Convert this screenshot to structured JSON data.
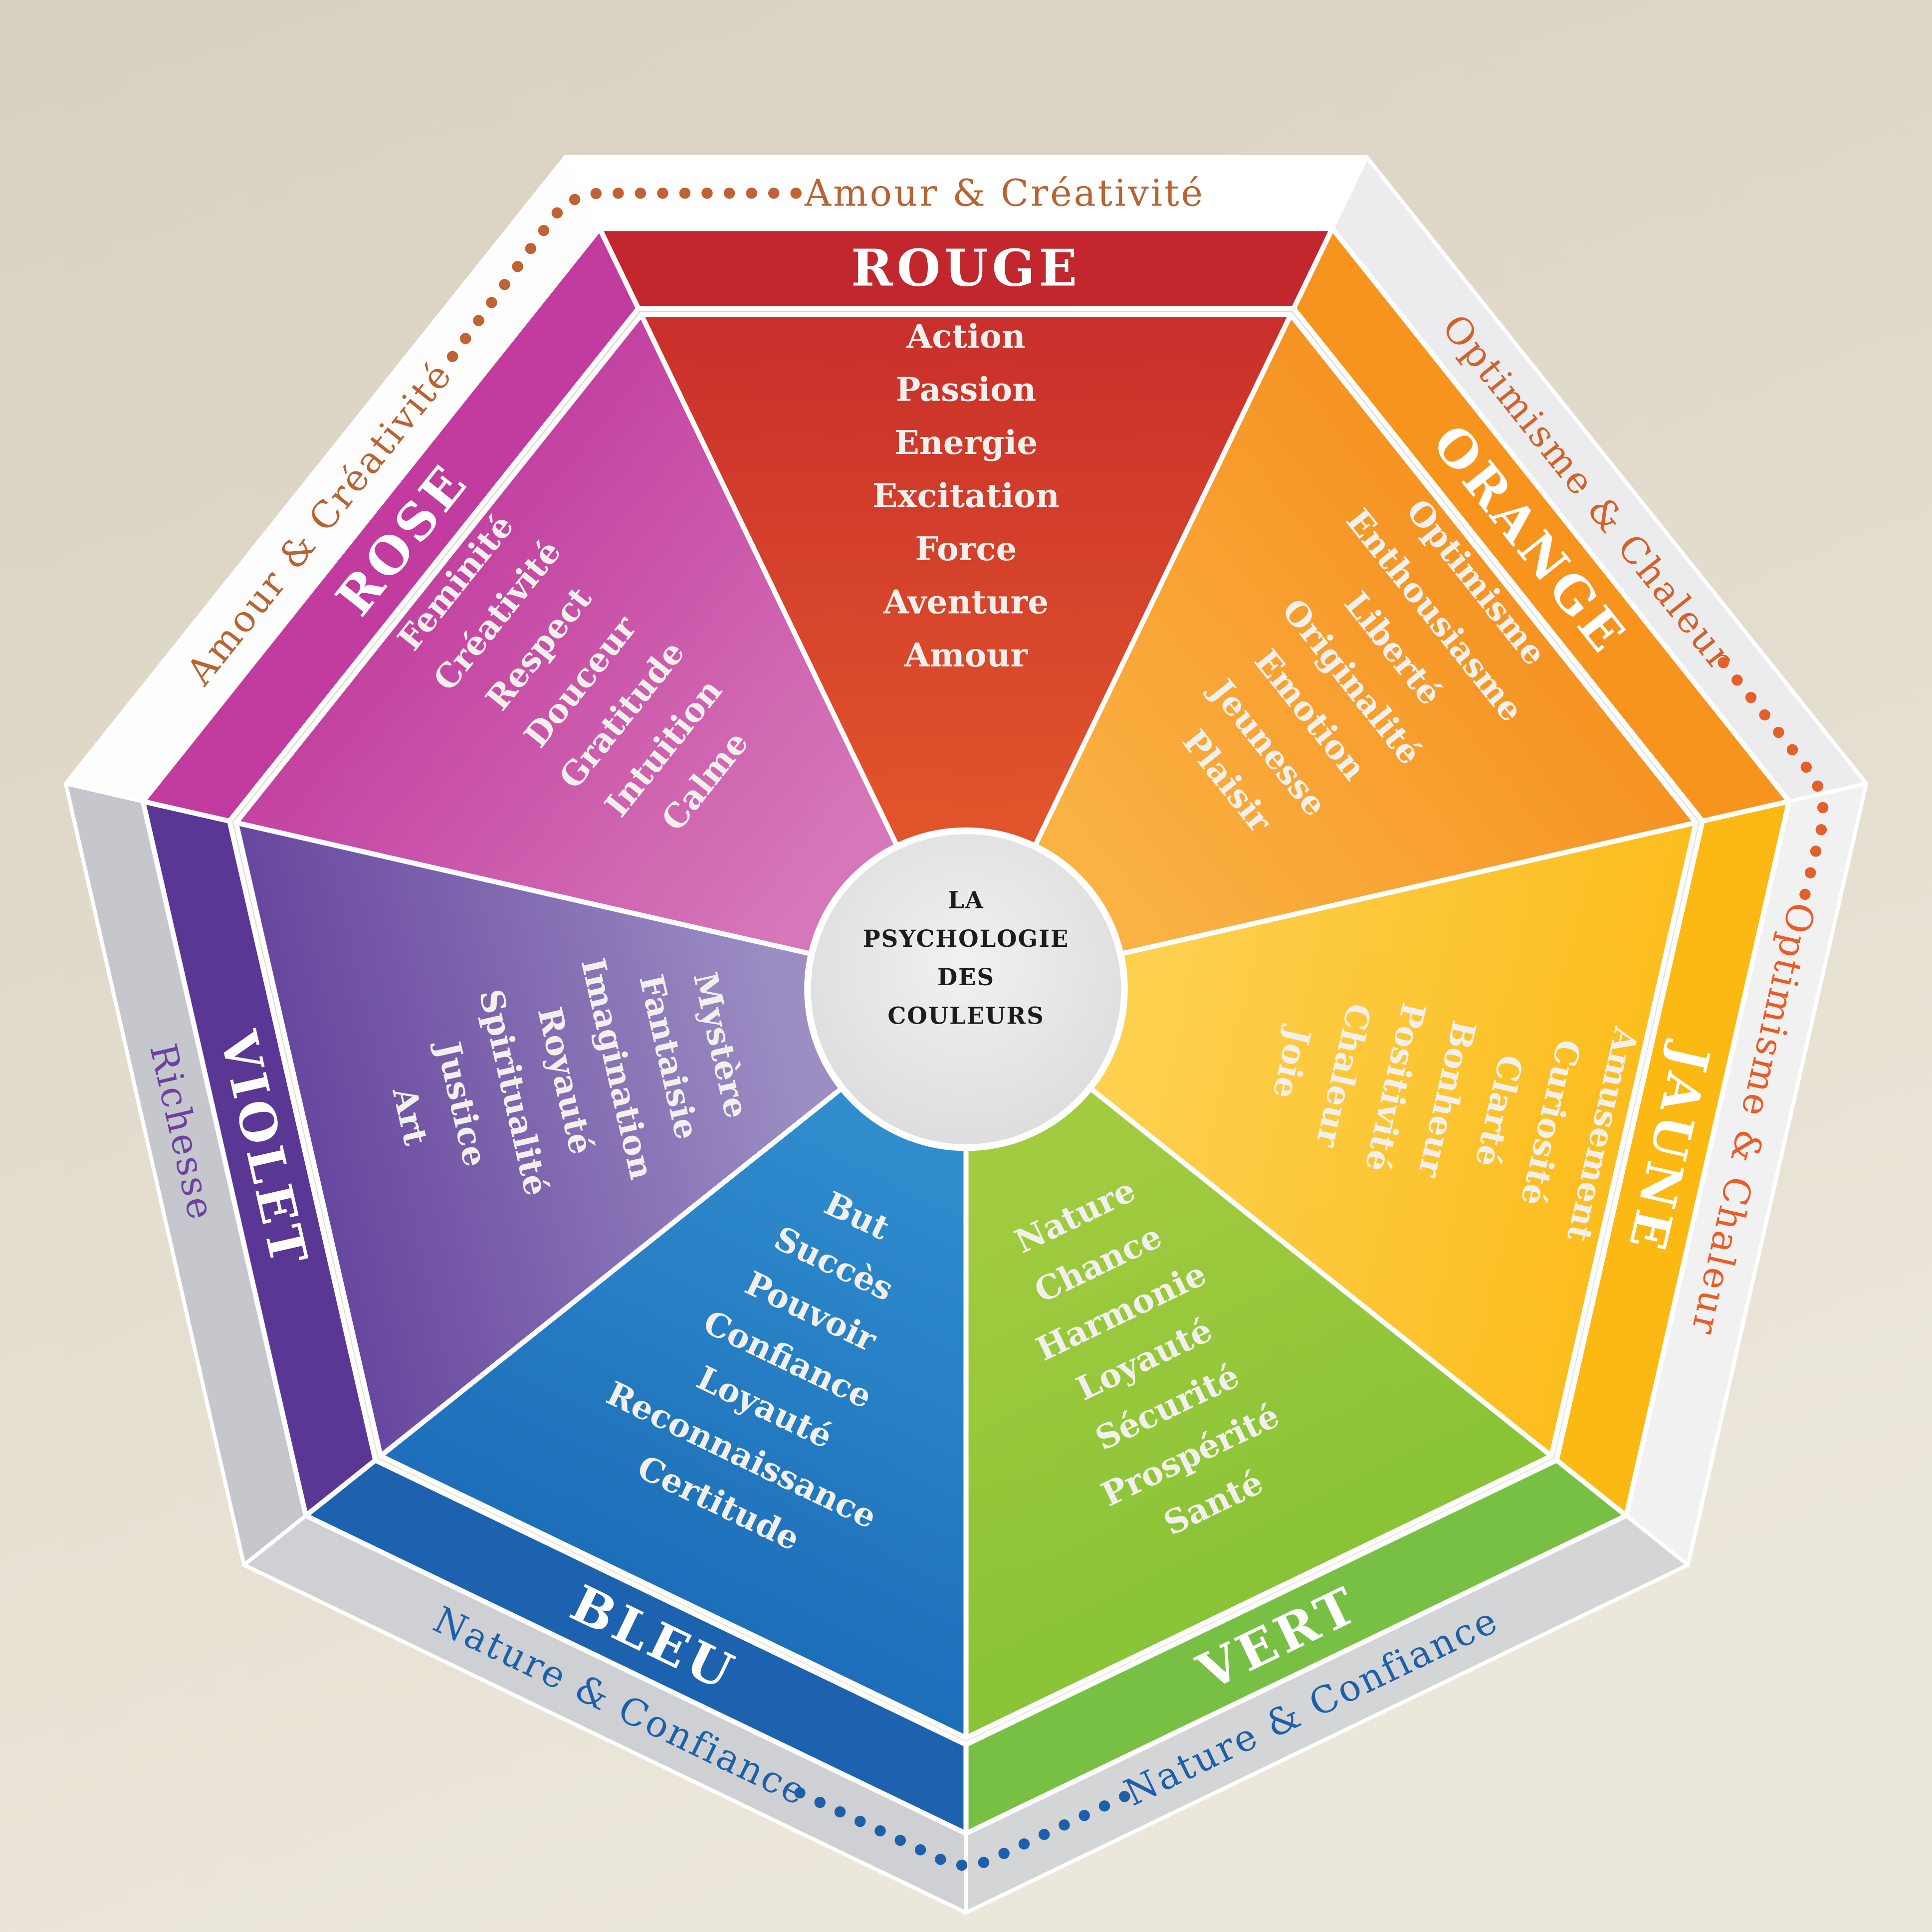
{
  "poster_title": {
    "lines": [
      "LA",
      "PSYCHOLOGIE",
      "DES",
      "COULEURS"
    ],
    "text_color": "#1d1c1a",
    "circle_fill_center": "#f1f1f1",
    "circle_fill_edge": "#d7d7d9"
  },
  "segments": [
    {
      "id": "rouge",
      "name": "ROUGE",
      "traits": [
        "Action",
        "Passion",
        "Energie",
        "Excitation",
        "Force",
        "Aventure",
        "Amour"
      ],
      "header_color": "#c1272d",
      "color_inner": "#e0532b",
      "color_outer": "#c5292b",
      "text_color": "#ffffff",
      "trait_color": "#f2f0ec"
    },
    {
      "id": "orange",
      "name": "ORANGE",
      "traits": [
        "Optimisme",
        "Enthousiasme",
        "Liberté",
        "Originalité",
        "Emotion",
        "Jeunesse",
        "Plaisir"
      ],
      "header_color": "#f7941e",
      "color_inner": "#fab243",
      "color_outer": "#f58e1e",
      "text_color": "#ffffff",
      "trait_color": "#f2f0ec"
    },
    {
      "id": "jaune",
      "name": "JAUNE",
      "traits": [
        "Joie",
        "Chaleur",
        "Positivité",
        "Bonheur",
        "Clarté",
        "Curiosité",
        "Amusement"
      ],
      "header_color": "#fcb813",
      "color_inner": "#fdd04e",
      "color_outer": "#fcba16",
      "text_color": "#ffffff",
      "trait_color": "#f2f0ec"
    },
    {
      "id": "vert",
      "name": "VERT",
      "traits": [
        "Nature",
        "Chance",
        "Harmonie",
        "Loyauté",
        "Sécurité",
        "Prospérité",
        "Santé"
      ],
      "header_color": "#77c043",
      "color_inner": "#a3cb40",
      "color_outer": "#85c235",
      "text_color": "#ffffff",
      "trait_color": "#f2f0ec"
    },
    {
      "id": "bleu",
      "name": "BLEU",
      "traits": [
        "But",
        "Succès",
        "Pouvoir",
        "Confiance",
        "Loyauté",
        "Reconnaissance",
        "Certitude"
      ],
      "header_color": "#1c62ae",
      "color_inner": "#2f8ccd",
      "color_outer": "#1a6ab6",
      "text_color": "#ffffff",
      "trait_color": "#f2f0ec"
    },
    {
      "id": "violet",
      "name": "VIOLET",
      "traits": [
        "Mystère",
        "Fantaisie",
        "Imagination",
        "Royauté",
        "Spiritualité",
        "Justice",
        "Art"
      ],
      "header_color": "#5a3794",
      "color_inner": "#9c8dc3",
      "color_outer": "#5f3c99",
      "text_color": "#ffffff",
      "trait_color": "#f2f0ec"
    },
    {
      "id": "rose",
      "name": "ROSE",
      "traits": [
        "Feminité",
        "Créativité",
        "Respect",
        "Douceur",
        "Gratitude",
        "Intuition",
        "Calme"
      ],
      "header_color": "#c23b9e",
      "color_inner": "#d677b9",
      "color_outer": "#c03a9d",
      "text_color": "#ffffff",
      "trait_color": "#f2f0ec"
    }
  ],
  "frame_labels": [
    {
      "edge": "top",
      "text": "Amour & Créativité",
      "color": "#b96332"
    },
    {
      "edge": "upper_left",
      "text": "Amour & Créativité",
      "color": "#b96332"
    },
    {
      "edge": "upper_right",
      "text": "Optimisme & Chaleur",
      "color": "#d2622a"
    },
    {
      "edge": "right",
      "text": "Optimisme & Chaleur",
      "color": "#eb5a27"
    },
    {
      "edge": "left",
      "text": "Richesse",
      "color": "#6c41a0"
    },
    {
      "edge": "lower_left",
      "text": "Nature & Confiance",
      "color": "#1e5fa9"
    },
    {
      "edge": "lower_right",
      "text": "Nature & Confiance",
      "color": "#1e5fa9"
    }
  ],
  "frame": {
    "shades": [
      "#ffffff",
      "#ececee",
      "#f1f1f1",
      "#d4d5d7",
      "#ced0d4",
      "#c5c7cc",
      "#fdfdfd"
    ],
    "separator_color": "#ffffff"
  },
  "decor": {
    "dots_top_left_color": "#c06233",
    "dots_right_color": "#e4602b",
    "dots_bottom_color": "#1e5fa9"
  },
  "background": {
    "from": "#d8d0bf",
    "to": "#ece7db"
  }
}
